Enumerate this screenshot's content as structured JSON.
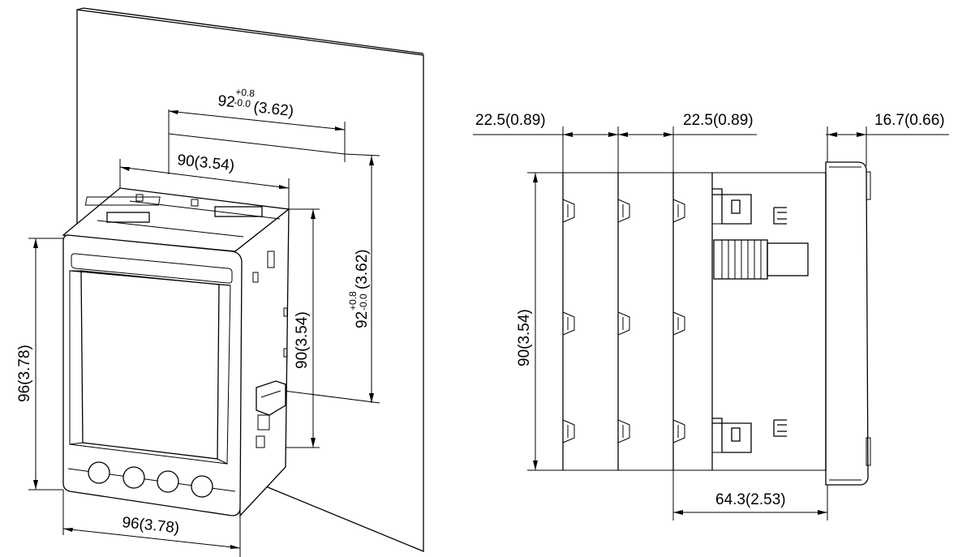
{
  "front_view": {
    "cutout_width": {
      "base": "92",
      "tol_plus": "+0.8",
      "tol_minus": "-0.0",
      "inch": "(3.62)"
    },
    "cutout_height": {
      "base": "92",
      "tol_plus": "+0.8",
      "tol_minus": "-0.0",
      "inch": "(3.62)"
    },
    "body_width": "90(3.54)",
    "body_height": "90(3.54)",
    "panel_height": "96(3.78)",
    "panel_width": "96(3.78)"
  },
  "side_view": {
    "module_1_width": "22.5(0.89)",
    "module_2_width": "22.5(0.89)",
    "front_depth": "16.7(0.66)",
    "height": "90(3.54)",
    "body_depth": "64.3(2.53)"
  }
}
